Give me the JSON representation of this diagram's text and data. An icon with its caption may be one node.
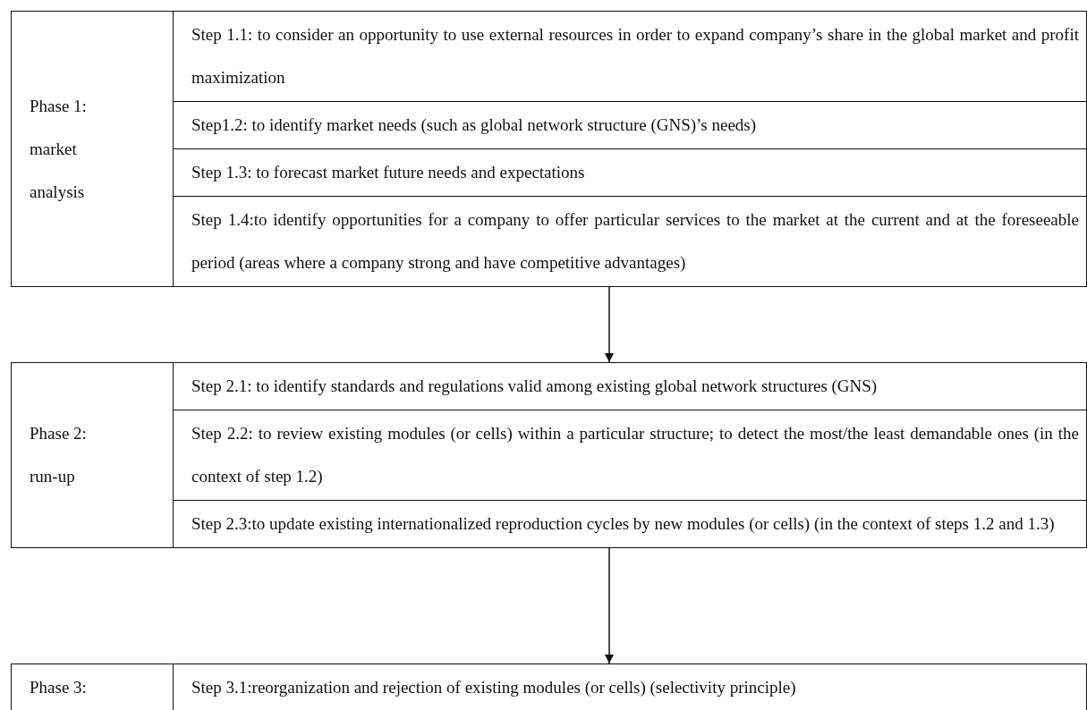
{
  "diagram": {
    "nodes": [
      {
        "text": [
          "Phase 1: market analysis"
        ]
      },
      {
        "text": [
          "Step 1.1: to consider an opportunity to use external resources in order to expand company’s share in the global market and profit maximization"
        ],
        "in": 0
      },
      {
        "text": [
          "Step1.2: to identify market  needs (such as global network structure (GNS)’s needs)"
        ],
        "in": 0
      },
      {
        "text": [
          "Step 1.3: to forecast market  future needs and expectations"
        ],
        "in": 0
      },
      {
        "text": [
          "Step 1.4:to identify opportunities for a company to offer particular services to the market at the current and at the foreseeable period (areas where a company strong and have competitive advantages)"
        ],
        "in": 0
      },
      {
        "text": [
          "Phase 2: run-up"
        ]
      },
      {
        "text": [
          "Step 2.1: to identify standards and regulations valid among existing global network structures (GNS)"
        ],
        "in": 5
      },
      {
        "text": [
          "Step 2.2: to review existing modules (or cells) within a particular structure; to detect the most/the least demandable ones (in the context of step 1.2)"
        ],
        "in": 5
      },
      {
        "text": [
          "Step 2.3:to update existing internationalized reproduction cycles by new modules (or cells) (in the context of steps 1.2 and 1.3)"
        ],
        "in": 5
      },
      {
        "text": [
          "Phase 3:"
        ]
      },
      {
        "text": [
          "Step 3.1:reorganization and rejection of existing modules (or cells) (selectivity principle)"
        ],
        "in": 9
      }
    ],
    "edges": [
      {
        "from": 0,
        "to": 5,
        "arrow": "to"
      },
      {
        "from": 5,
        "to": 9,
        "arrow": "to"
      }
    ]
  }
}
